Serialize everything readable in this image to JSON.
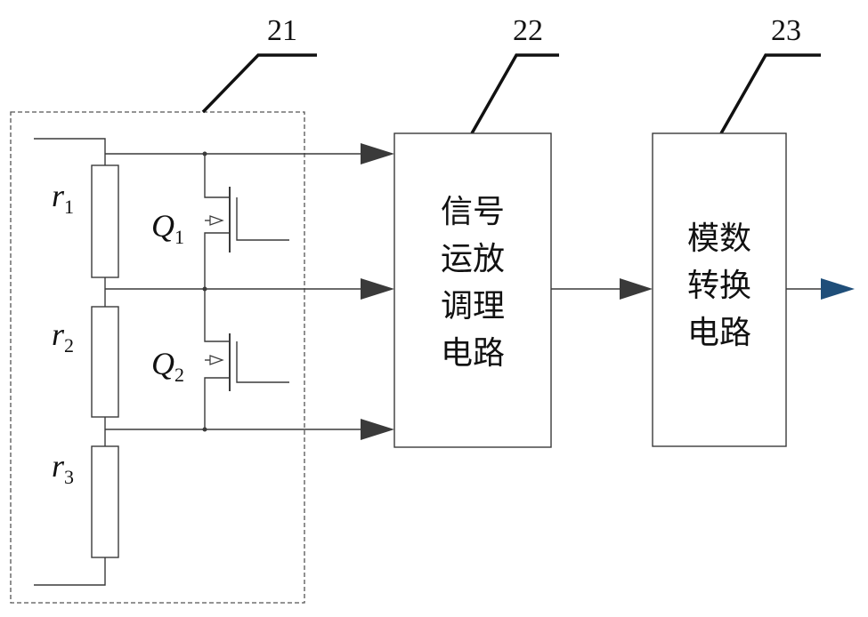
{
  "labels": {
    "block_21": "21",
    "block_22": "22",
    "block_23": "23"
  },
  "resistors": [
    {
      "symbol": "r",
      "sub": "1"
    },
    {
      "symbol": "r",
      "sub": "2"
    },
    {
      "symbol": "r",
      "sub": "3"
    }
  ],
  "transistors": [
    {
      "symbol": "Q",
      "sub": "1"
    },
    {
      "symbol": "Q",
      "sub": "2"
    }
  ],
  "block_22_text": [
    "信号",
    "运放",
    "调理",
    "电路"
  ],
  "block_23_text": [
    "模数",
    "转换",
    "电路"
  ],
  "colors": {
    "line": "#3a3a3a",
    "output_arrow": "#1f4e79"
  }
}
